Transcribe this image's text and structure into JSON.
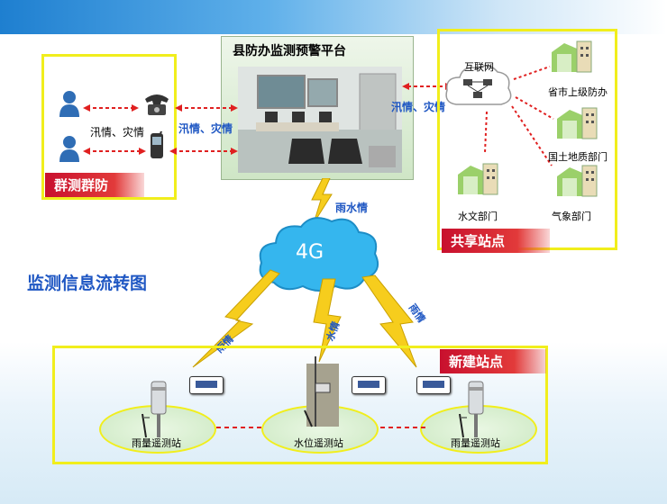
{
  "platform_title": "县防办监测预警平台",
  "left_box_label": "群测群防",
  "left_flow_text_1": "汛情、灾情",
  "left_flow_text_2": "汛情、灾情",
  "right_flow_text": "汛情、灾情",
  "rain_water_text": "雨水情",
  "cloud_label": "4G",
  "internet_label": "互联网",
  "share_label": "共享站点",
  "dept_provincial": "省市上级防办",
  "dept_land": "国土地质部门",
  "dept_hydrology": "水文部门",
  "dept_weather": "气象部门",
  "diagram_title": "监测信息流转图",
  "new_site_label": "新建站点",
  "bolt_left_text": "雨情",
  "bolt_mid_text": "水情",
  "bolt_right_text": "雨情",
  "station_1": "雨量遥测站",
  "station_2": "水位遥测站",
  "station_3": "雨量遥测站",
  "colors": {
    "yellow_border": "#f1ee1c",
    "red_label": "#c8102e",
    "blue_text": "#1f57c3",
    "cloud": "#35b6ee",
    "bolt": "#f6cd1d",
    "dashed_arrow": "#e02020"
  }
}
